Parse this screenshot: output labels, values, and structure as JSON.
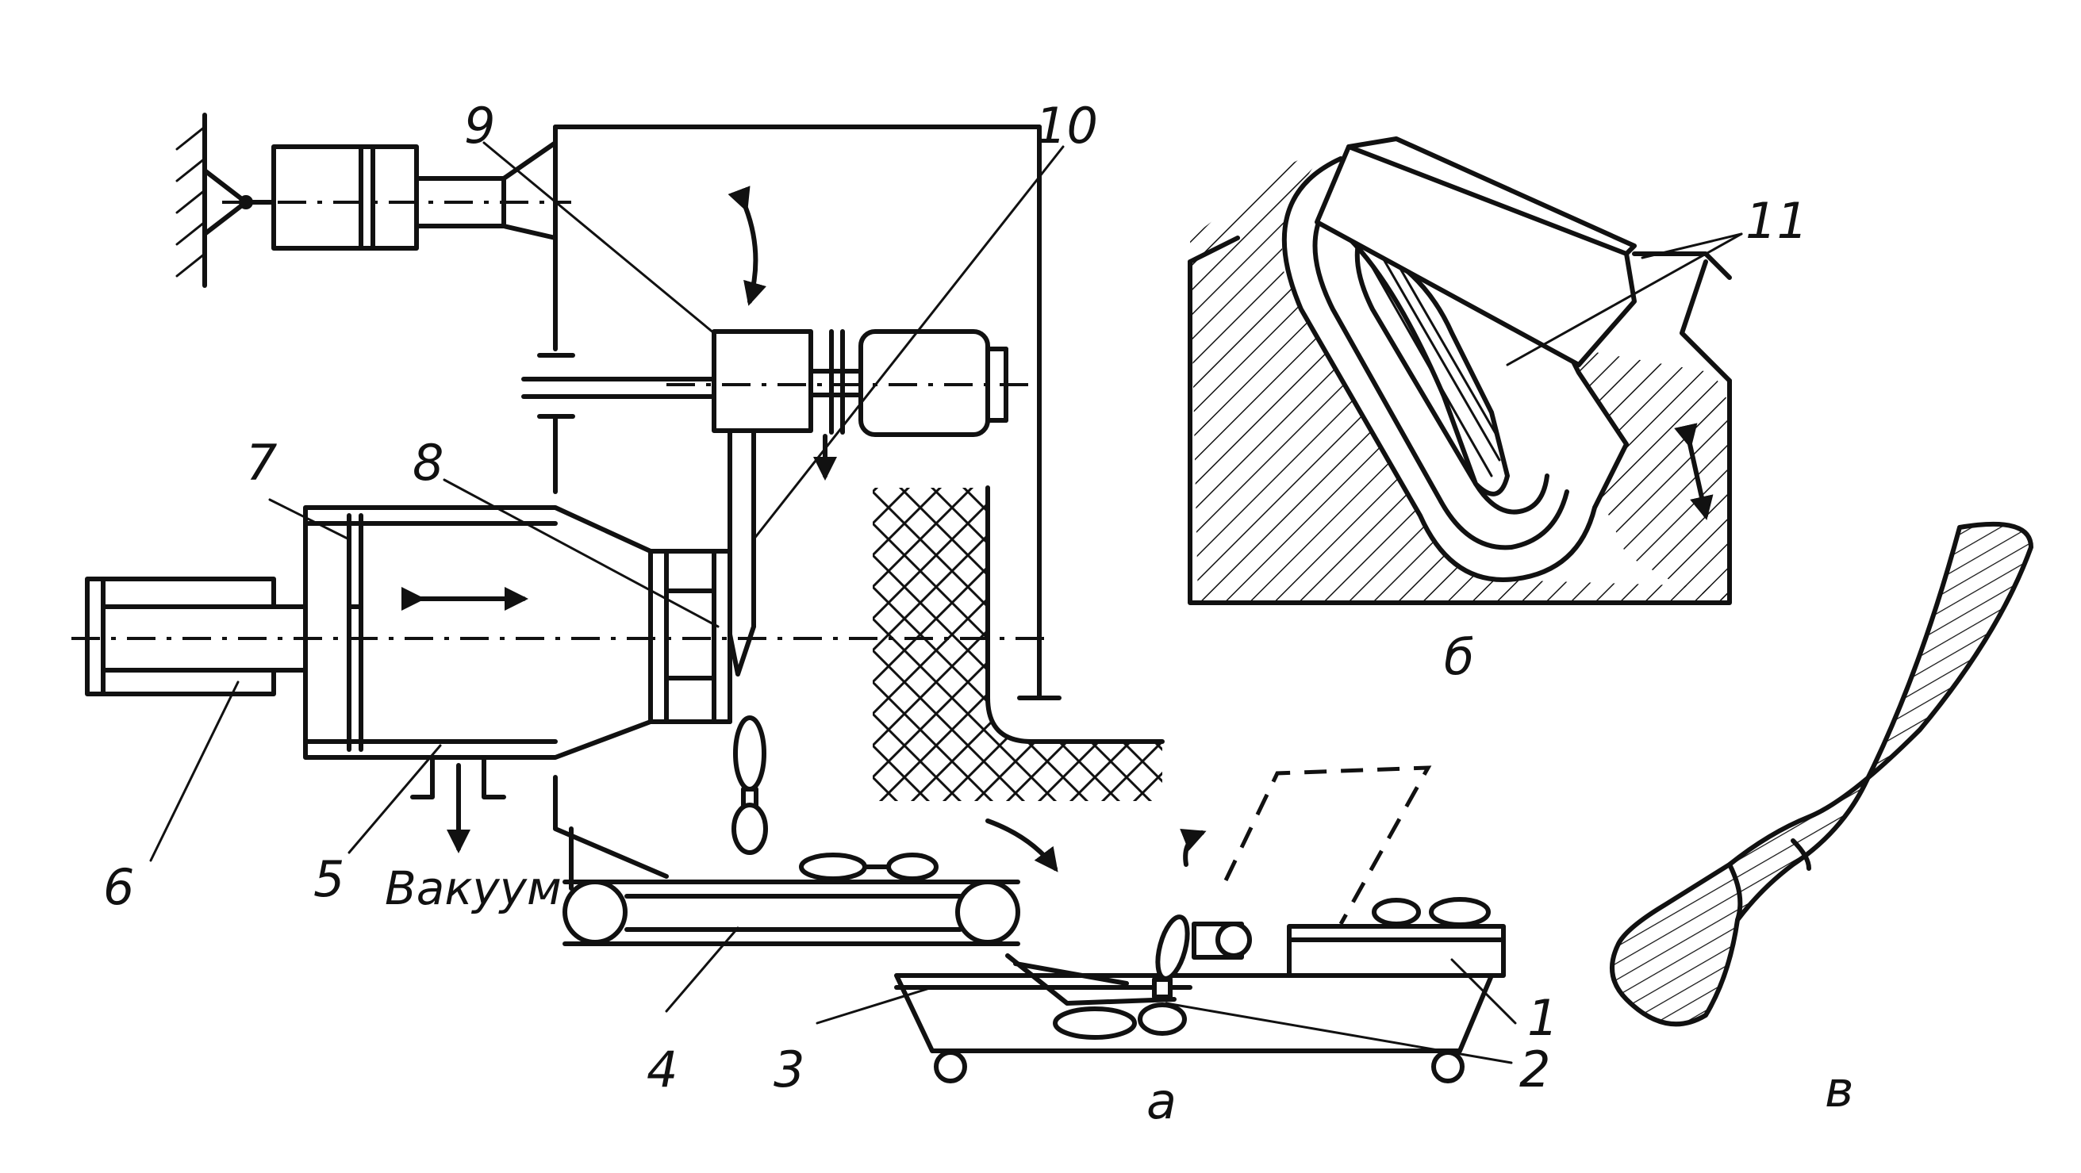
{
  "labels": {
    "n1": "1",
    "n2": "2",
    "n3": "3",
    "n4": "4",
    "n5": "5",
    "n6": "6",
    "n7": "7",
    "n8": "8",
    "n9": "9",
    "n10": "10",
    "n11": "11",
    "vacuum": "Вакуум",
    "view_a": "а",
    "view_b": "б",
    "view_v": "в"
  },
  "colors": {
    "ink": "#111111",
    "paper": "#ffffff"
  }
}
